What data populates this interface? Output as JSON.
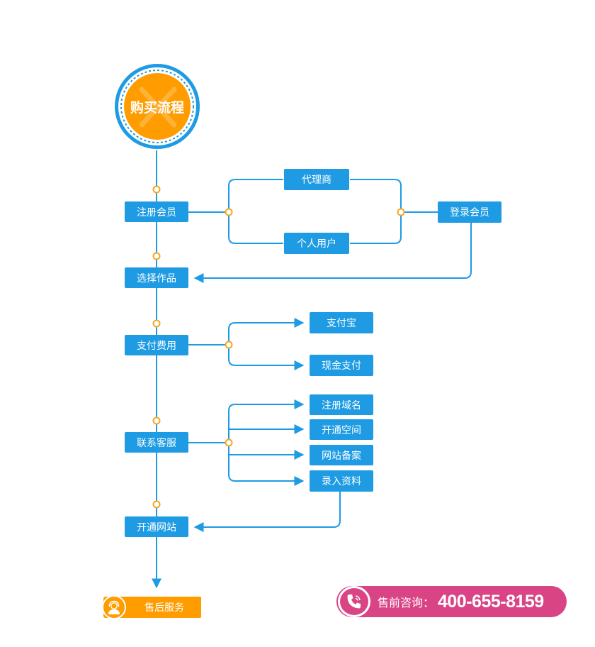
{
  "title": "购买流程",
  "steps": {
    "register": "注册会员",
    "select": "选择作品",
    "pay": "支付费用",
    "contact": "联系客服",
    "open_site": "开通网站"
  },
  "register_options": {
    "agent": "代理商",
    "personal": "个人用户",
    "login": "登录会员"
  },
  "payment_options": {
    "alipay": "支付宝",
    "cash": "现金支付"
  },
  "service_options": {
    "domain": "注册域名",
    "hosting": "开通空间",
    "icp": "网站备案",
    "data_entry": "录入资料"
  },
  "after_sales": {
    "label": "售后服务",
    "icon": "customer-service-icon"
  },
  "hotline": {
    "label": "售前咨询：",
    "number": "400-655-8159",
    "icon": "phone-icon"
  },
  "colors": {
    "line": "#1e9be3",
    "box": "#1e9be3",
    "node": "#f5a623",
    "title_fill": "#ff9c00",
    "after_sales": "#ff9c00",
    "hotline": "#d94485"
  }
}
